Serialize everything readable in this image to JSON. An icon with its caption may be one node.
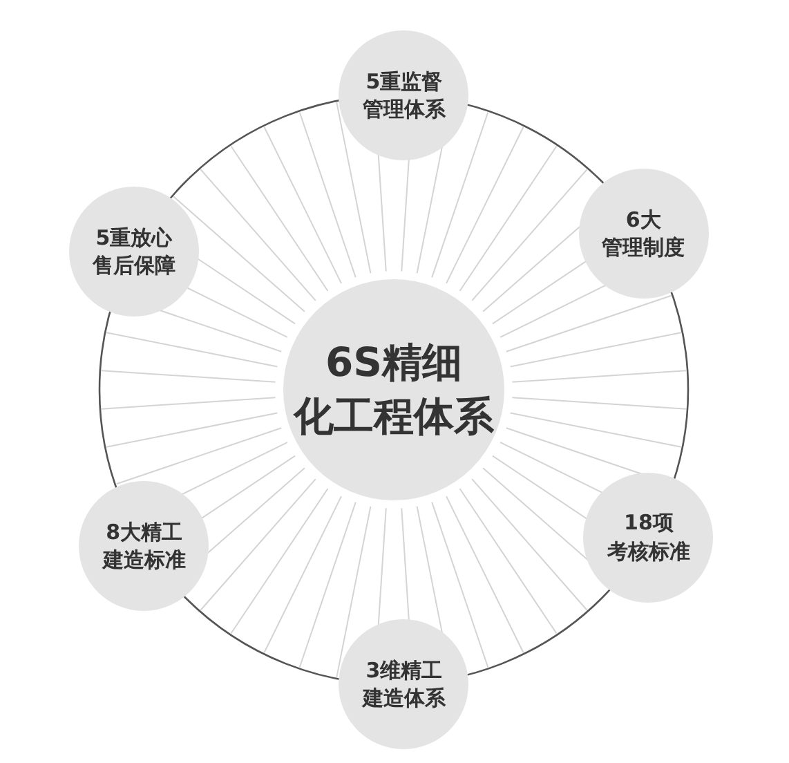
{
  "diagram": {
    "nodes": [
      {
        "text": [
          "5重监督管理体系"
        ]
      },
      {
        "text": [
          "5重放心售后保障"
        ]
      },
      {
        "text": [
          "6大管理制度"
        ]
      },
      {
        "text": [
          "6S精细化工程体系"
        ]
      },
      {
        "text": [
          "8大精工建造标准"
        ]
      },
      {
        "text": [
          "18项考核标准"
        ]
      },
      {
        "text": [
          "3维精工建造体系"
        ]
      }
    ]
  }
}
